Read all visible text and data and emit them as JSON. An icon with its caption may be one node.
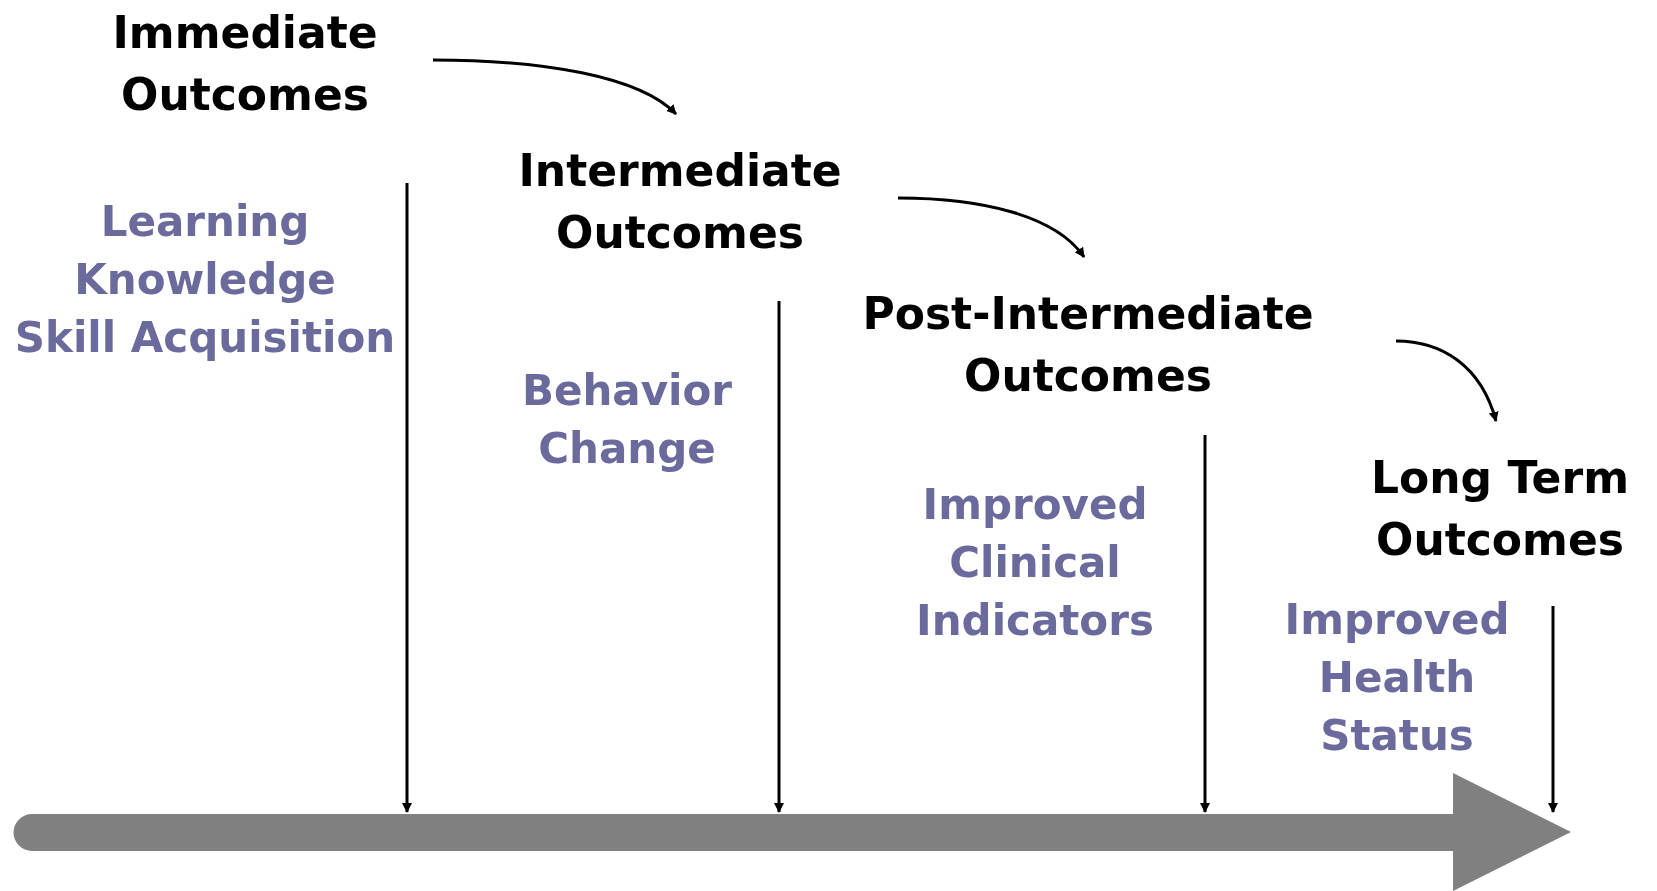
{
  "diagram": {
    "nodes": [
      {
        "text": [
          "Immediate Outcomes"
        ]
      },
      {
        "text": [
          "Intermediate Outcomes"
        ]
      },
      {
        "text": [
          "Post-Intermediate Outcomes"
        ]
      },
      {
        "text": [
          "Long Term Outcomes"
        ]
      },
      {
        "text": [],
        "shape": "arrow"
      }
    ],
    "edges": [
      {
        "from": 0,
        "to": 1,
        "arrow": "to"
      },
      {
        "from": 1,
        "to": 2,
        "arrow": "to"
      },
      {
        "from": 2,
        "to": 3,
        "arrow": "to"
      },
      {
        "from": null,
        "to": 4,
        "arrow": "to"
      },
      {
        "from": null,
        "to": 4,
        "arrow": "to"
      },
      {
        "from": null,
        "to": 4,
        "arrow": "to"
      },
      {
        "from": null,
        "to": 4,
        "arrow": "to"
      }
    ],
    "labels": [
      "Learning",
      "Knowledge",
      "Skill Acquisition",
      "Behavior Change",
      "Improved Clinical Indicators",
      "Improved Health Status"
    ]
  }
}
